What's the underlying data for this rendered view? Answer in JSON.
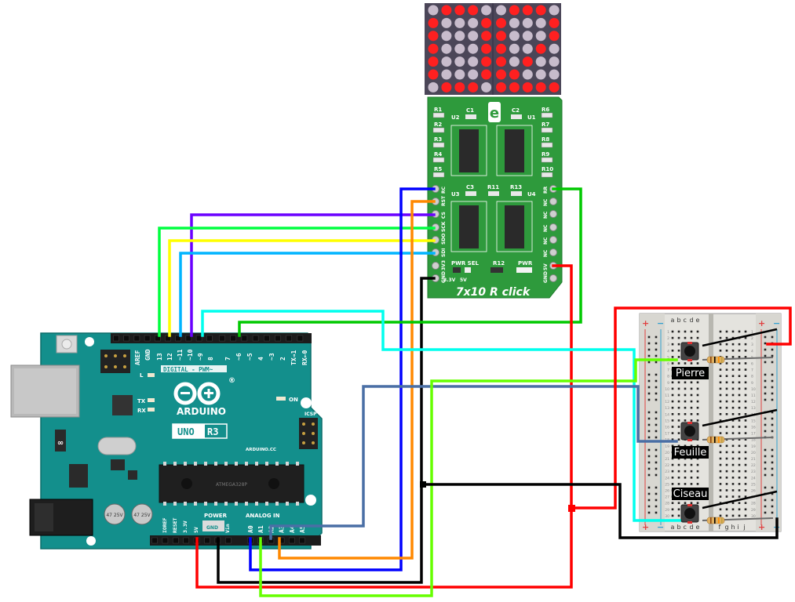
{
  "title": "Arduino UNO + 7x10 R click + breadboard pushbuttons wiring diagram",
  "arduino": {
    "logo_text": "ARDUINO",
    "model": "UNO",
    "revision": "R3",
    "website": "ARDUINO.CC",
    "digital_header_label": "DIGITAL - PWM~",
    "power_header_label": "POWER",
    "analog_header_label": "ANALOG IN",
    "digital_pins": [
      "AREF",
      "GND",
      "13",
      "12",
      "~11",
      "~10",
      "~9",
      "8",
      "7",
      "~6",
      "~5",
      "4",
      "~3",
      "2",
      "TX→1",
      "RX←0"
    ],
    "power_pins": [
      "IOREF",
      "RESET",
      "3.3V",
      "5V",
      "GND",
      "GND",
      "Vin"
    ],
    "analog_pins": [
      "A0",
      "A1",
      "A2",
      "A3",
      "A4",
      "A5"
    ],
    "misc_labels": {
      "on": "ON",
      "icsp": "ICSP",
      "tx": "TX",
      "rx": "RX",
      "l": "L",
      "reset": "RESET",
      "cap_value": "47 25V",
      "chip": "ATMEGA328P"
    }
  },
  "click_board": {
    "name": "7x10 R click",
    "left_pins": [
      "RC",
      "RST",
      "CS",
      "SCK",
      "SDO",
      "SDI",
      "3V3",
      "GND"
    ],
    "right_pins": [
      "RR",
      "NC",
      "NC",
      "NC",
      "NC",
      "NC",
      "5V",
      "GND"
    ],
    "components": [
      "R1",
      "R2",
      "R3",
      "R4",
      "R5",
      "R6",
      "R7",
      "R8",
      "R9",
      "R10",
      "R11",
      "R12",
      "R13",
      "C1",
      "C2",
      "C3",
      "U1",
      "U2",
      "U3",
      "U4"
    ],
    "pwr_sel_label": "PWR SEL",
    "pwr_sel_options": [
      "3.3V",
      "5V"
    ],
    "pwr_label": "PWR",
    "led_matrix": {
      "rows": 7,
      "cols": 10,
      "on_color": "#ff2020",
      "off_color": "#c8bccc",
      "pattern": [
        "0111001110",
        "1000110001",
        "1000110001",
        "1000110010",
        "1000110100",
        "1000111000",
        "0111011111"
      ]
    }
  },
  "breadboard": {
    "column_labels_left": [
      "a",
      "b",
      "c",
      "d",
      "e"
    ],
    "column_labels_right": [
      "f",
      "g",
      "h",
      "i",
      "j"
    ],
    "rows": 30,
    "rail_plus": "+",
    "rail_minus": "−",
    "buttons": [
      {
        "label": "Pierre"
      },
      {
        "label": "Feuille"
      },
      {
        "label": "Ciseau"
      }
    ]
  },
  "wires": [
    {
      "name": "rc-to-a0",
      "color": "#0000ff"
    },
    {
      "name": "rst-to-a3",
      "color": "#ff8800"
    },
    {
      "name": "cs-to-d10",
      "color": "#6a00ff"
    },
    {
      "name": "sck-to-d13",
      "color": "#00ff40"
    },
    {
      "name": "sdo-to-d12",
      "color": "#ffff00"
    },
    {
      "name": "sdi-to-d11",
      "color": "#00b4ff"
    },
    {
      "name": "gnd-click",
      "color": "#000000"
    },
    {
      "name": "rr-to-d6",
      "color": "#00c800"
    },
    {
      "name": "5v-click",
      "color": "#ff0000"
    },
    {
      "name": "d9-to-ciseau",
      "color": "#00ffee"
    },
    {
      "name": "a2-to-feuille",
      "color": "#4a6fa5"
    },
    {
      "name": "a1-to-pierre",
      "color": "#66ff00"
    },
    {
      "name": "5v-arduino",
      "color": "#ff0000"
    },
    {
      "name": "gnd-arduino",
      "color": "#000000"
    }
  ]
}
